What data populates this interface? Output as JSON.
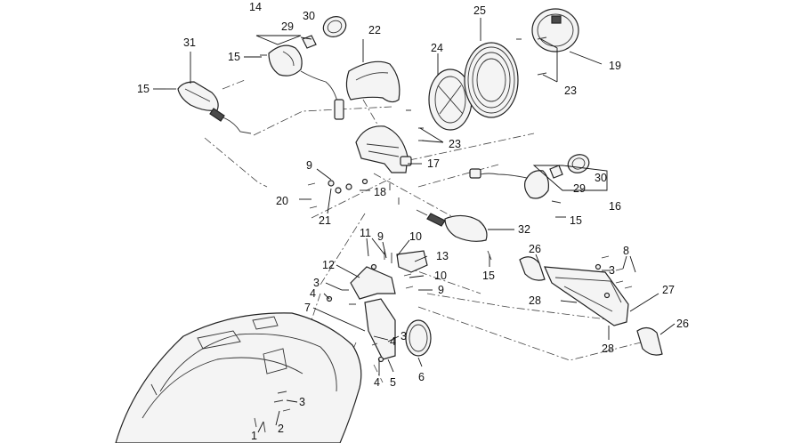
{
  "callouts": [
    {
      "id": "c14",
      "text": "14"
    },
    {
      "id": "c29a",
      "text": "29"
    },
    {
      "id": "c30a",
      "text": "30"
    },
    {
      "id": "c22",
      "text": "22"
    },
    {
      "id": "c25",
      "text": "25"
    },
    {
      "id": "c31",
      "text": "31"
    },
    {
      "id": "c15a",
      "text": "15"
    },
    {
      "id": "c24",
      "text": "24"
    },
    {
      "id": "c19",
      "text": "19"
    },
    {
      "id": "c15b",
      "text": "15"
    },
    {
      "id": "c23a",
      "text": "23"
    },
    {
      "id": "c23b",
      "text": "23"
    },
    {
      "id": "c9a",
      "text": "9"
    },
    {
      "id": "c17",
      "text": "17"
    },
    {
      "id": "c29b",
      "text": "29"
    },
    {
      "id": "c30b",
      "text": "30"
    },
    {
      "id": "c20",
      "text": "20"
    },
    {
      "id": "c18",
      "text": "18"
    },
    {
      "id": "c16",
      "text": "16"
    },
    {
      "id": "c21",
      "text": "21"
    },
    {
      "id": "c15c",
      "text": "15"
    },
    {
      "id": "c32",
      "text": "32"
    },
    {
      "id": "c11",
      "text": "11"
    },
    {
      "id": "c9b",
      "text": "9"
    },
    {
      "id": "c10a",
      "text": "10"
    },
    {
      "id": "c26a",
      "text": "26"
    },
    {
      "id": "c8",
      "text": "8"
    },
    {
      "id": "c13",
      "text": "13"
    },
    {
      "id": "c12",
      "text": "12"
    },
    {
      "id": "c10b",
      "text": "10"
    },
    {
      "id": "c15d",
      "text": "15"
    },
    {
      "id": "c3a",
      "text": "3"
    },
    {
      "id": "c3b",
      "text": "3"
    },
    {
      "id": "c9c",
      "text": "9"
    },
    {
      "id": "c4a",
      "text": "4"
    },
    {
      "id": "c27",
      "text": "27"
    },
    {
      "id": "c28a",
      "text": "28"
    },
    {
      "id": "c7",
      "text": "7"
    },
    {
      "id": "c4b",
      "text": "4"
    },
    {
      "id": "c3c",
      "text": "3"
    },
    {
      "id": "c26b",
      "text": "26"
    },
    {
      "id": "c28b",
      "text": "28"
    },
    {
      "id": "c6",
      "text": "6"
    },
    {
      "id": "c4c",
      "text": "4"
    },
    {
      "id": "c5",
      "text": "5"
    },
    {
      "id": "c3d",
      "text": "3"
    },
    {
      "id": "c2",
      "text": "2"
    },
    {
      "id": "c1",
      "text": "1"
    }
  ]
}
